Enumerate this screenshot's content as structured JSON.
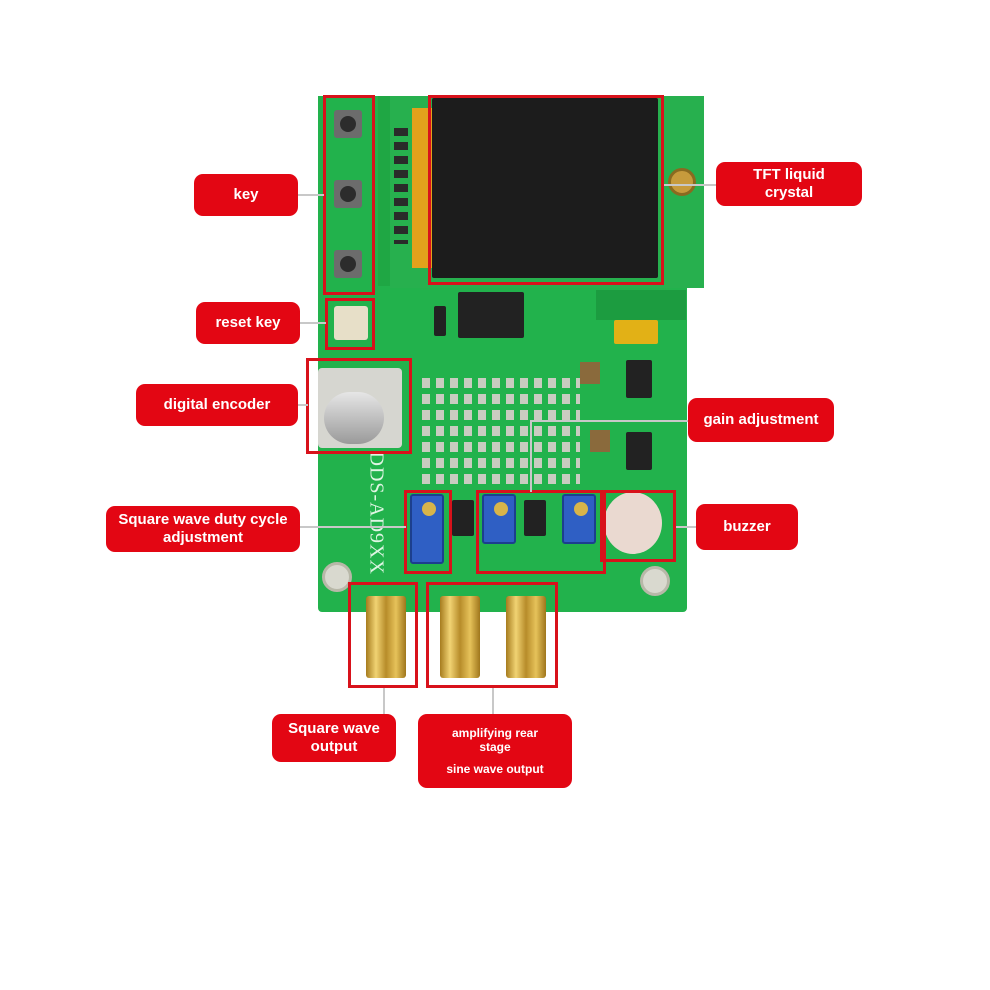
{
  "labels": {
    "key": "key",
    "tft": [
      "TFT liquid",
      "crystal"
    ],
    "reset_key": "reset key",
    "digital_encoder": "digital encoder",
    "gain_adjustment": "gain adjustment",
    "square_duty": [
      "Square wave duty cycle",
      "adjustment"
    ],
    "buzzer": "buzzer",
    "square_output": [
      "Square wave",
      "output"
    ],
    "amplifying": [
      "amplifying rear",
      "stage",
      "sine wave output"
    ]
  },
  "board": {
    "silkscreen": "DDS-AD9XX"
  },
  "colors": {
    "label_bg": "#e30613",
    "label_text": "#ffffff",
    "highlight_box": "#d8121b",
    "pcb_green": "#1fb04a",
    "lcd": "#1c1c1c"
  }
}
